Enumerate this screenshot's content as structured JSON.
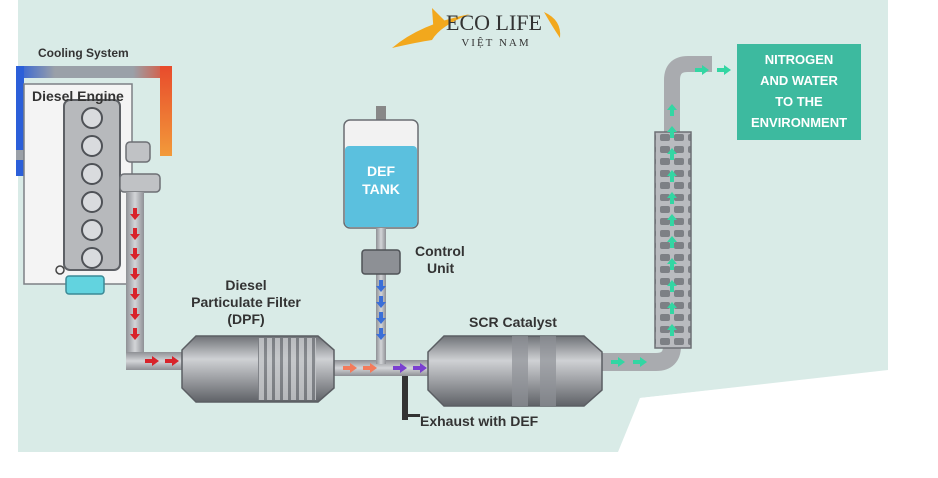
{
  "logo": {
    "line1": "ECO LIFE",
    "line2": "VIỆT NAM",
    "color": "#f2a81d"
  },
  "labels": {
    "cooling_system": "Cooling System",
    "diesel_engine": "Diesel Engine",
    "dpf_line1": "Diesel",
    "dpf_line2": "Particulate Filter",
    "dpf_line3": "(DPF)",
    "def_tank_line1": "DEF",
    "def_tank_line2": "TANK",
    "control_unit_line1": "Control",
    "control_unit_line2": "Unit",
    "scr_catalyst": "SCR Catalyst",
    "exhaust_with_def": "Exhaust with DEF",
    "output_line1": "NITROGEN",
    "output_line2": "AND WATER",
    "output_line3": "TO THE",
    "output_line4": "ENVIRONMENT"
  },
  "colors": {
    "background": "#d9ebe7",
    "pipe": "#a9abaf",
    "def_fluid": "#5bc0de",
    "output_box": "#3dba9f",
    "exhaust_arrow": "#d8232a",
    "warm_arrow": "#f37b5b",
    "def_arrow": "#3a6fd8",
    "mixed_arrow": "#7a3fd0",
    "clean_arrow": "#33d6a3",
    "coolant_hot": "#e84b2c",
    "coolant_cold": "#2b5fd9"
  }
}
